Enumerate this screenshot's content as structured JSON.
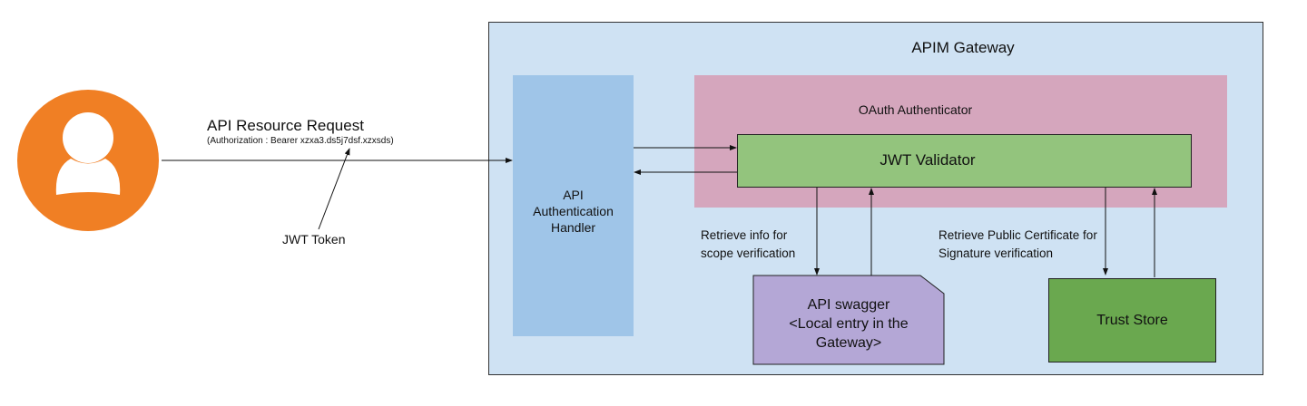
{
  "diagram": {
    "user": {
      "icon": "user-avatar-icon",
      "color": "#f07f24"
    },
    "request": {
      "title": "API Resource Request",
      "subtitle": "(Authorization : Bearer xzxa3.ds5j7dsf.xzxsds)",
      "token_label": "JWT Token"
    },
    "gateway": {
      "title": "APIM Gateway",
      "color": "#cfe2f3",
      "auth_handler": {
        "lines": [
          "API",
          "Authentication",
          "Handler"
        ],
        "color": "#9fc5e8"
      },
      "oauth_authenticator": {
        "label": "OAuth Authenticator",
        "color": "#d5a6bd"
      },
      "jwt_validator": {
        "label": "JWT Validator",
        "color": "#93c47d"
      },
      "swagger": {
        "lines": [
          "API swagger",
          "<Local entry in the",
          "Gateway>"
        ],
        "color": "#b4a7d6"
      },
      "trust_store": {
        "label": "Trust Store",
        "color": "#6aa84f"
      },
      "scope_note": [
        "Retrieve info for",
        "scope verification"
      ],
      "cert_note": [
        "Retrieve Public Certificate for",
        "Signature verification"
      ]
    }
  }
}
